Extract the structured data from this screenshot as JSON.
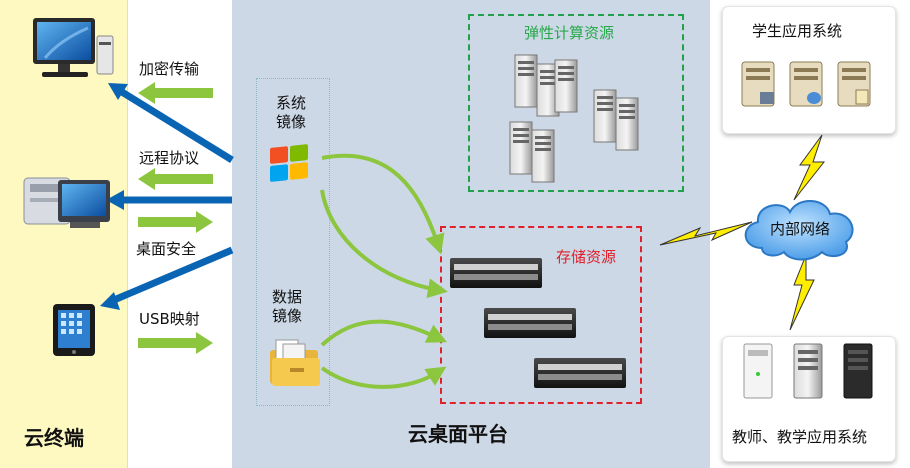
{
  "left_panel": {
    "title": "云终端",
    "labels": [
      "加密传输",
      "远程协议",
      "桌面安全",
      "USB映射"
    ]
  },
  "center_panel": {
    "title": "云桌面平台",
    "system_image_label": "系统\n镜像",
    "data_image_label": "数据\n镜像",
    "compute_label": "弹性计算资源",
    "storage_label": "存储资源"
  },
  "right_panel": {
    "student_systems_label": "学生应用系统",
    "cloud_label": "内部网络",
    "teacher_systems_label": "教师、教学应用系统"
  },
  "colors": {
    "left_bg": "#fdf9c0",
    "center_bg": "#cdd8e6",
    "green_arrow": "#8cc63f",
    "blue_arrow": "#0a64b4",
    "compute_border": "#22a04a",
    "storage_border": "#e0202a",
    "lightning": "#ffee00",
    "cloud": "#3a8fd6"
  }
}
